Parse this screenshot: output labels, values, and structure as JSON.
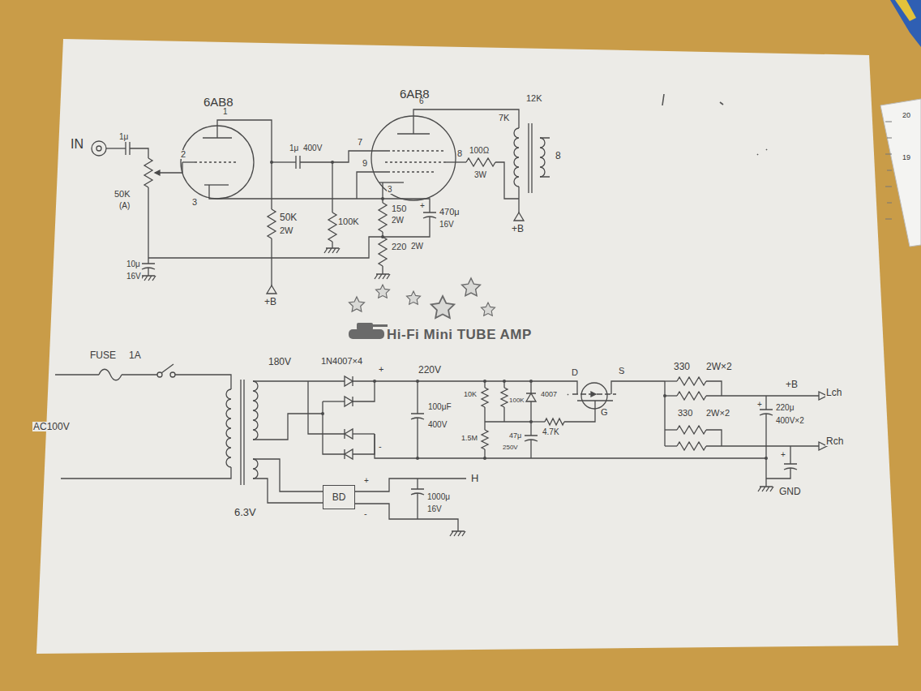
{
  "diagram": {
    "nodes": [
      {
        "text": [
          "BD"
        ]
      }
    ],
    "labels": [
      "6AB8",
      "6AB8",
      "1",
      "2",
      "3",
      "IN",
      "1μ",
      "50K",
      "(A)",
      "1μ",
      "400V",
      "7",
      "6",
      "9",
      "3",
      "8",
      "100Ω",
      "3W",
      "7K",
      "12K",
      "8",
      "50K",
      "2W",
      "100K",
      "150",
      "2W",
      "+",
      "470μ",
      "16V",
      "220",
      "2W",
      "10μ",
      "16V",
      "+B",
      "+B",
      "FUSE",
      "1A",
      "AC100V",
      "180V",
      "1N4007×4",
      "+",
      "220V",
      "100μF",
      "400V",
      "10K",
      "1.5M",
      "100K",
      "4007",
      "47μ",
      "250V",
      "4.7K",
      "D",
      "S",
      "G",
      "330",
      "2W×2",
      "330",
      "2W×2",
      "+B",
      "Lch",
      "Rch",
      "220μ",
      "400V×2",
      "+",
      "+",
      "GND",
      "6.3V",
      "1000μ",
      "16V",
      "H",
      "+",
      "-",
      "-",
      "20",
      "19",
      "Hi-Fi Mini TUBE AMP"
    ]
  }
}
